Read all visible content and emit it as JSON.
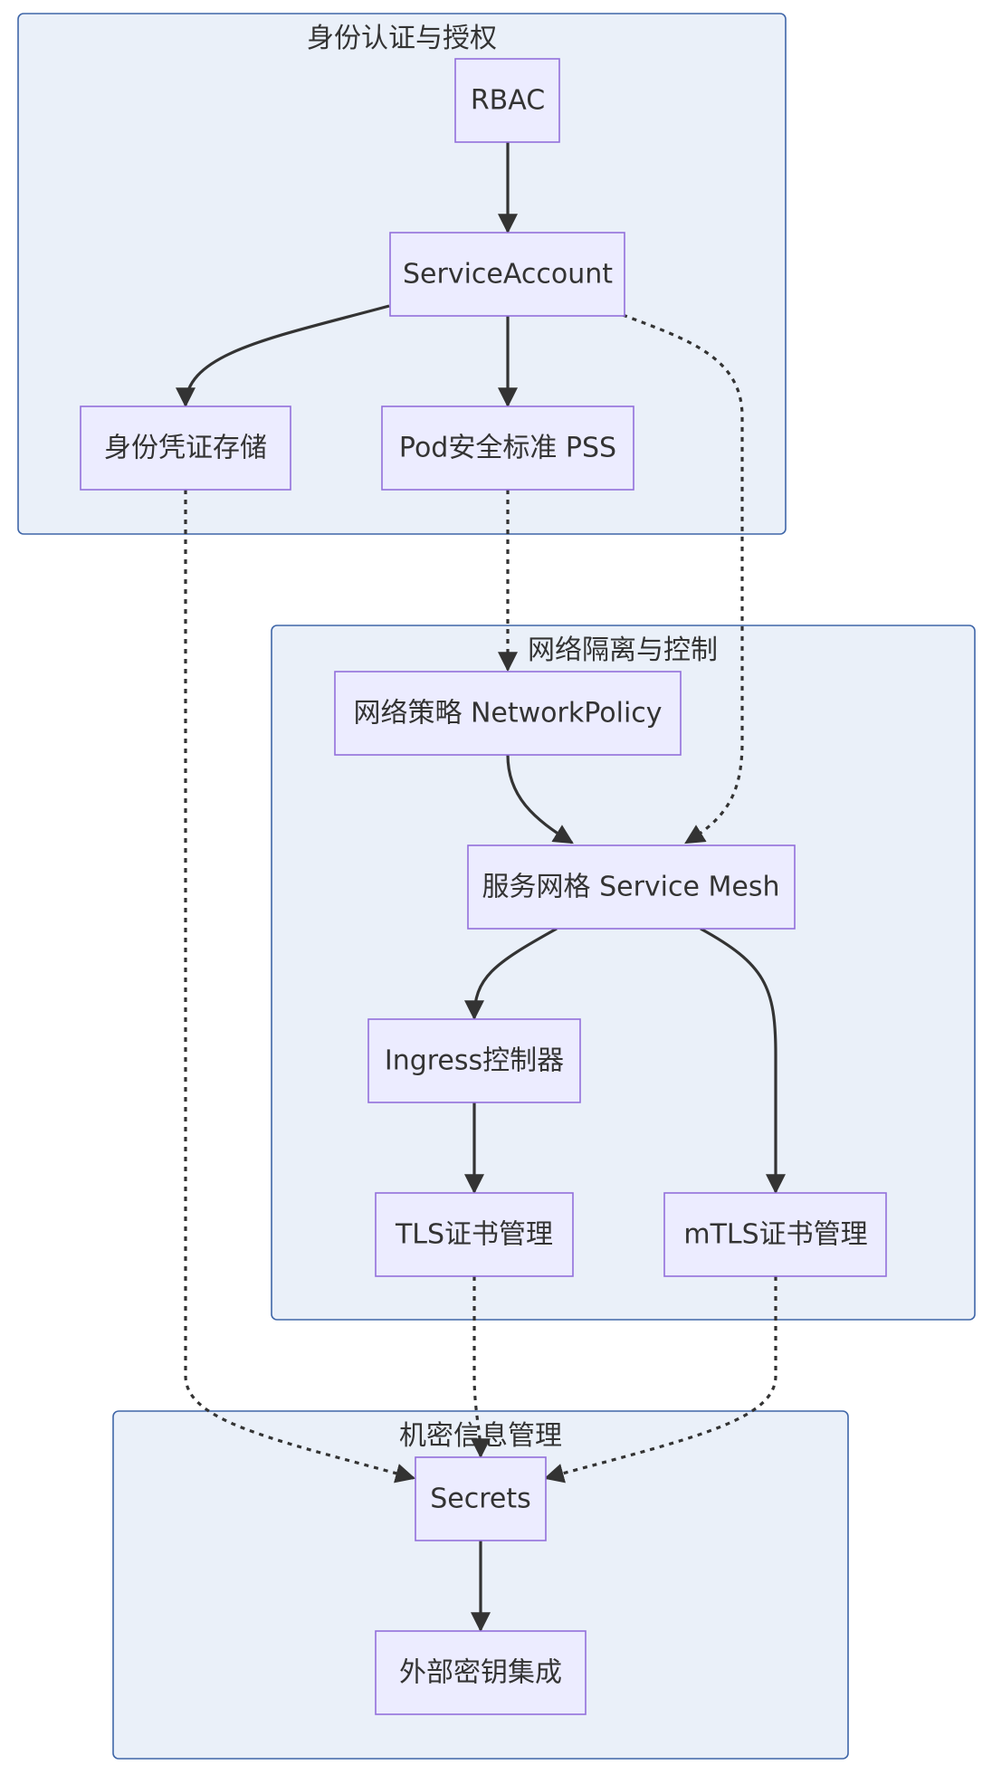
{
  "clusters": {
    "identity": {
      "title": "身份认证与授权"
    },
    "network": {
      "title": "网络隔离与控制"
    },
    "secrets": {
      "title": "机密信息管理"
    }
  },
  "nodes": {
    "rbac": {
      "label": "RBAC"
    },
    "service_account": {
      "label": "ServiceAccount"
    },
    "credential_store": {
      "label": "身份凭证存储"
    },
    "pss": {
      "label": "Pod安全标准 PSS"
    },
    "network_policy": {
      "label": "网络策略 NetworkPolicy"
    },
    "service_mesh": {
      "label": "服务网格 Service Mesh"
    },
    "ingress": {
      "label": "Ingress控制器"
    },
    "tls": {
      "label": "TLS证书管理"
    },
    "mtls": {
      "label": "mTLS证书管理"
    },
    "secrets": {
      "label": "Secrets"
    },
    "external_kms": {
      "label": "外部密钥集成"
    }
  },
  "edges": [
    {
      "from": "RBAC",
      "to": "ServiceAccount",
      "style": "solid"
    },
    {
      "from": "ServiceAccount",
      "to": "身份凭证存储",
      "style": "solid"
    },
    {
      "from": "ServiceAccount",
      "to": "Pod安全标准 PSS",
      "style": "solid"
    },
    {
      "from": "ServiceAccount",
      "to": "服务网格 Service Mesh",
      "style": "dotted"
    },
    {
      "from": "身份凭证存储",
      "to": "Secrets",
      "style": "dotted"
    },
    {
      "from": "Pod安全标准 PSS",
      "to": "网络策略 NetworkPolicy",
      "style": "dotted"
    },
    {
      "from": "网络策略 NetworkPolicy",
      "to": "服务网格 Service Mesh",
      "style": "solid"
    },
    {
      "from": "服务网格 Service Mesh",
      "to": "Ingress控制器",
      "style": "solid"
    },
    {
      "from": "服务网格 Service Mesh",
      "to": "mTLS证书管理",
      "style": "solid"
    },
    {
      "from": "Ingress控制器",
      "to": "TLS证书管理",
      "style": "solid"
    },
    {
      "from": "TLS证书管理",
      "to": "Secrets",
      "style": "dotted"
    },
    {
      "from": "mTLS证书管理",
      "to": "Secrets",
      "style": "dotted"
    },
    {
      "from": "Secrets",
      "to": "外部密钥集成",
      "style": "solid"
    }
  ],
  "colors": {
    "cluster_fill": "#eaf0f9",
    "cluster_stroke": "#3f66a8",
    "node_fill": "#ECECFF",
    "node_stroke": "#9370DB",
    "edge": "#333333",
    "text": "#333333"
  }
}
